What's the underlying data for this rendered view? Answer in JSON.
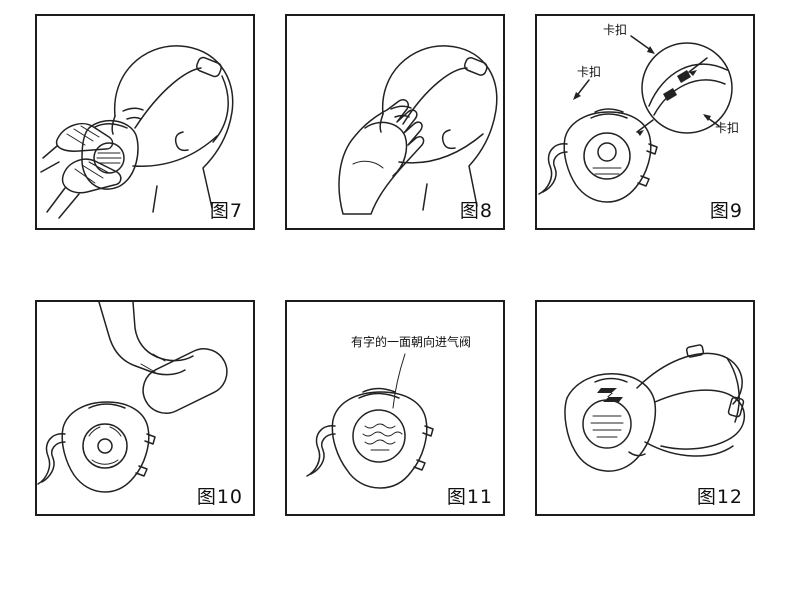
{
  "colors": {
    "background": "#ffffff",
    "line": "#222222",
    "text": "#111111"
  },
  "panels": [
    {
      "id": "fig7",
      "label": "图7"
    },
    {
      "id": "fig8",
      "label": "图8"
    },
    {
      "id": "fig9",
      "label": "图9",
      "annotations": {
        "clasp_top": "卡扣",
        "clasp_left": "卡扣",
        "clasp_right": "卡扣"
      }
    },
    {
      "id": "fig10",
      "label": "图10"
    },
    {
      "id": "fig11",
      "label": "图11",
      "annotations": {
        "filter_orientation_note": "有字的一面朝向进气阀"
      }
    },
    {
      "id": "fig12",
      "label": "图12"
    }
  ]
}
